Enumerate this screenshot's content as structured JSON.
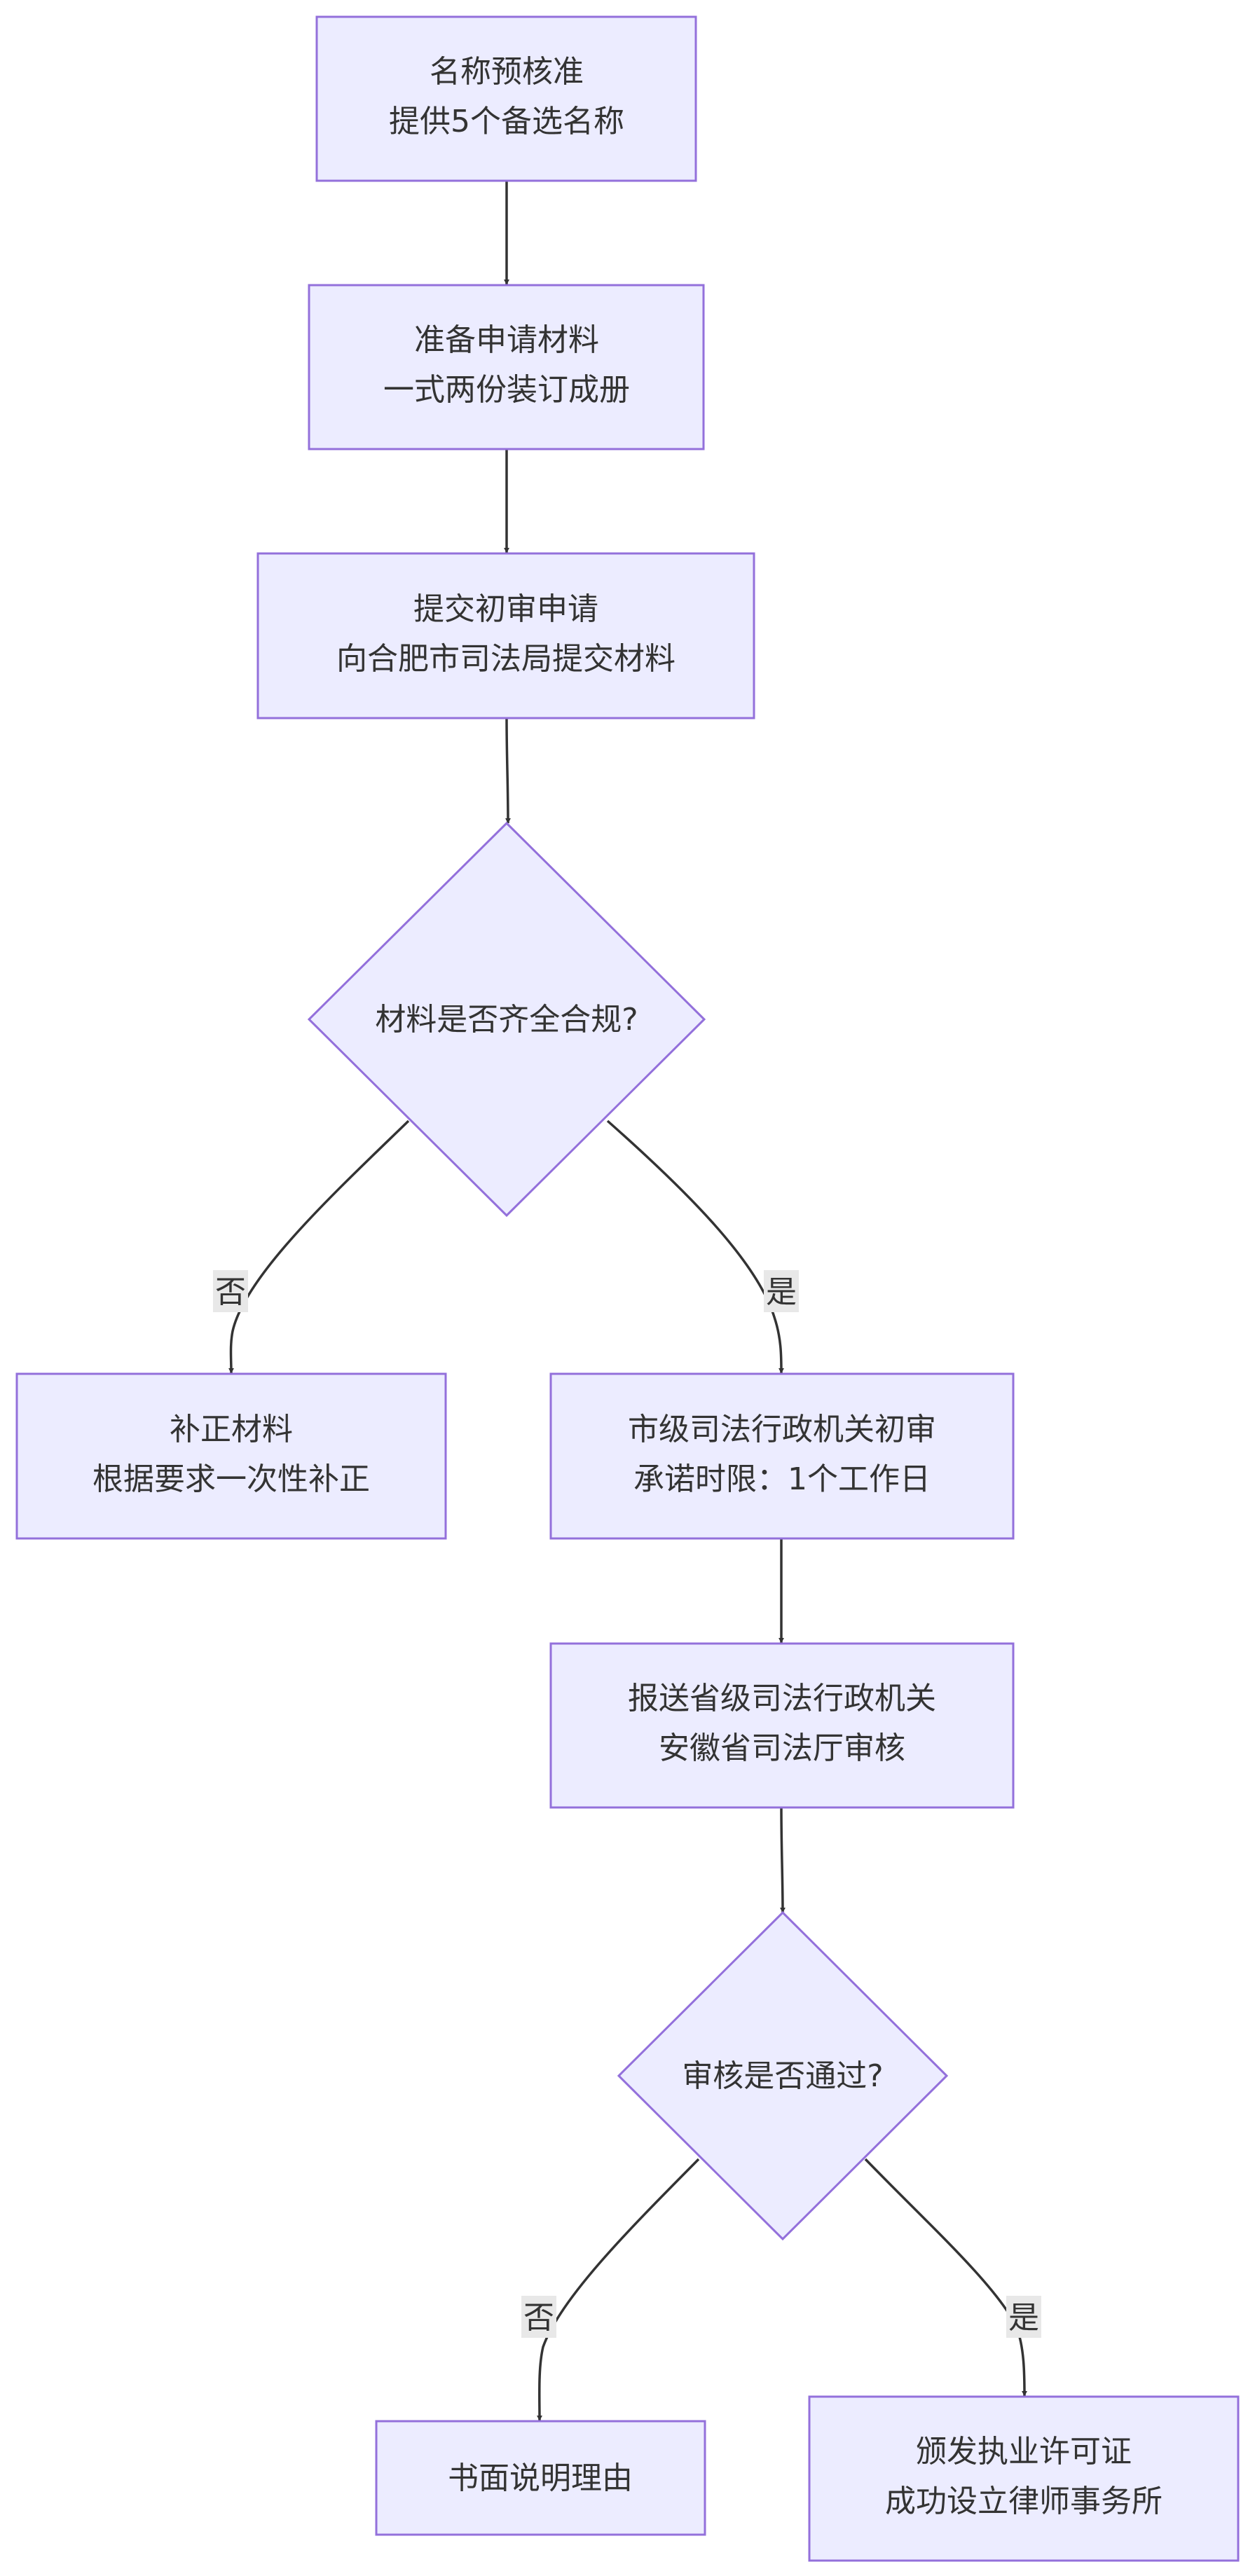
{
  "colors": {
    "node_fill": "#ECECFF",
    "node_stroke": "#9370DB",
    "edge": "#333333",
    "text": "#333333",
    "edge_label_bg": "#E8E8E8"
  },
  "nodes": {
    "name_precheck": {
      "line1": "名称预核准",
      "line2": "提供5个备选名称"
    },
    "prepare_materials": {
      "line1": "准备申请材料",
      "line2": "一式两份装订成册"
    },
    "submit_initial": {
      "line1": "提交初审申请",
      "line2": "向合肥市司法局提交材料"
    },
    "materials_check": {
      "text": "材料是否齐全合规?"
    },
    "supplement": {
      "line1": "补正材料",
      "line2": "根据要求一次性补正"
    },
    "city_review": {
      "line1": "市级司法行政机关初审",
      "line2": "承诺时限：1个工作日"
    },
    "province_submit": {
      "line1": "报送省级司法行政机关",
      "line2": "安徽省司法厅审核"
    },
    "review_pass": {
      "text": "审核是否通过?"
    },
    "written_reason": {
      "text": "书面说明理由"
    },
    "issue_license": {
      "line1": "颁发执业许可证",
      "line2": "成功设立律师事务所"
    }
  },
  "edges": {
    "materials_no": "否",
    "materials_yes": "是",
    "review_no": "否",
    "review_yes": "是"
  }
}
